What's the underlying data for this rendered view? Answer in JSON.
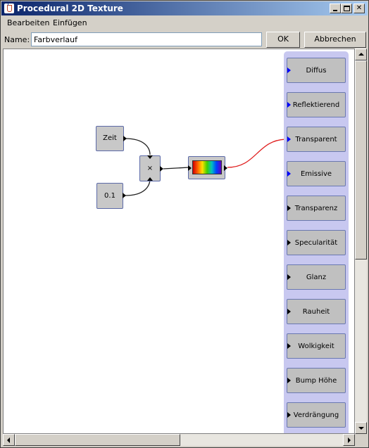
{
  "window": {
    "title": "Procedural 2D Texture"
  },
  "menu": {
    "items": [
      "Bearbeiten",
      "Einfügen"
    ]
  },
  "namebar": {
    "label": "Name:",
    "value": "Farbverlauf",
    "ok_label": "OK",
    "cancel_label": "Abbrechen"
  },
  "nodes": {
    "zeit_label": "Zeit",
    "const_label": "0.1",
    "multiply_label": "×"
  },
  "outputs": [
    {
      "label": "Diffus",
      "port_color": "#0000ff"
    },
    {
      "label": "Reflektierend",
      "port_color": "#0000ff"
    },
    {
      "label": "Transparent",
      "port_color": "#0000ff"
    },
    {
      "label": "Emissive",
      "port_color": "#0000ff"
    },
    {
      "label": "Transparenz",
      "port_color": "#000000"
    },
    {
      "label": "Specularität",
      "port_color": "#000000"
    },
    {
      "label": "Glanz",
      "port_color": "#000000"
    },
    {
      "label": "Rauheit",
      "port_color": "#000000"
    },
    {
      "label": "Wolkigkeit",
      "port_color": "#000000"
    },
    {
      "label": "Bump Höhe",
      "port_color": "#000000"
    },
    {
      "label": "Verdrängung",
      "port_color": "#000000"
    }
  ],
  "colors": {
    "titlebar_start": "#0a246a",
    "panel_bg": "#c8c8f0",
    "connection_red": "#e02020",
    "node_border": "#5c6aa8"
  }
}
